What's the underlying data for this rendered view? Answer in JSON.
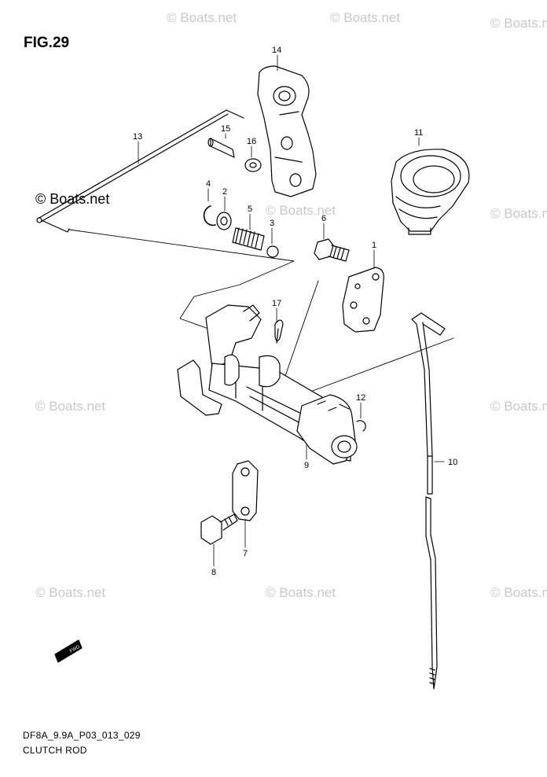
{
  "figure": {
    "title": "FIG.29",
    "code": "DF8A_9.9A_P03_013_029",
    "caption": "CLUTCH ROD"
  },
  "watermark": {
    "text": "© Boats.net",
    "color": "#c9c9c9"
  },
  "callouts": [
    "1",
    "2",
    "3",
    "4",
    "5",
    "6",
    "7",
    "8",
    "9",
    "10",
    "11",
    "12",
    "13",
    "14",
    "15",
    "16",
    "17"
  ],
  "fwd_label": "FWD"
}
